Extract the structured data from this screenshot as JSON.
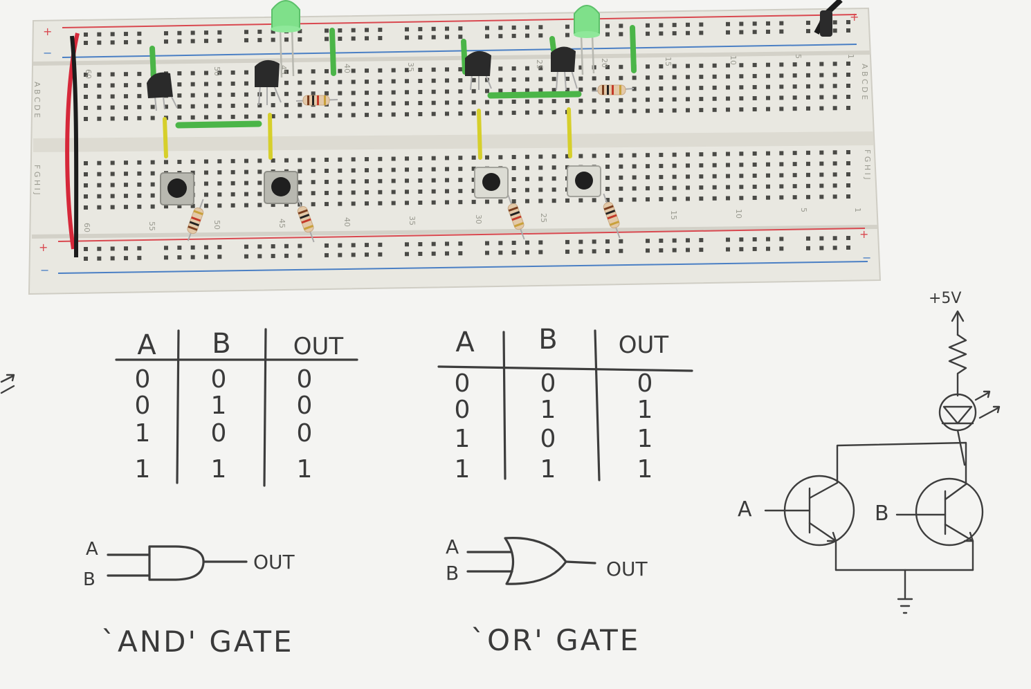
{
  "breadboard": {
    "column_numbers_top": [
      "60",
      "50",
      "45",
      "40",
      "35",
      "25",
      "20",
      "15",
      "10",
      "5",
      "1"
    ],
    "column_numbers_bottom": [
      "60",
      "55",
      "50",
      "45",
      "40",
      "35",
      "30",
      "25",
      "15",
      "10",
      "5",
      "1"
    ],
    "row_letters_top": "A B C D E",
    "row_letters_bottom": "F G H I J",
    "rail_plus": "+",
    "rail_minus": "−"
  },
  "and_table": {
    "headers": [
      "A",
      "B",
      "OUT"
    ],
    "rows": [
      [
        "0",
        "0",
        "0"
      ],
      [
        "0",
        "1",
        "0"
      ],
      [
        "1",
        "0",
        "0"
      ],
      [
        "1",
        "1",
        "1"
      ]
    ]
  },
  "or_table": {
    "headers": [
      "A",
      "B",
      "OUT"
    ],
    "rows": [
      [
        "0",
        "0",
        "0"
      ],
      [
        "0",
        "1",
        "1"
      ],
      [
        "1",
        "0",
        "1"
      ],
      [
        "1",
        "1",
        "1"
      ]
    ]
  },
  "and_gate": {
    "input_a": "A",
    "input_b": "B",
    "output": "OUT",
    "caption": "`AND' GATE"
  },
  "or_gate": {
    "input_a": "A",
    "input_b": "B",
    "output": "OUT",
    "caption": "`OR' GATE"
  },
  "schematic": {
    "supply": "+5V",
    "input_a": "A",
    "input_b": "B"
  },
  "colors": {
    "board": "#e9e8e1",
    "rail_red": "#d9484f",
    "rail_blue": "#4a7fc4",
    "led_green": "#7fe08a",
    "wire_green": "#4bb548",
    "wire_yellow": "#d6cf2b",
    "ink": "#3d3d3d"
  }
}
